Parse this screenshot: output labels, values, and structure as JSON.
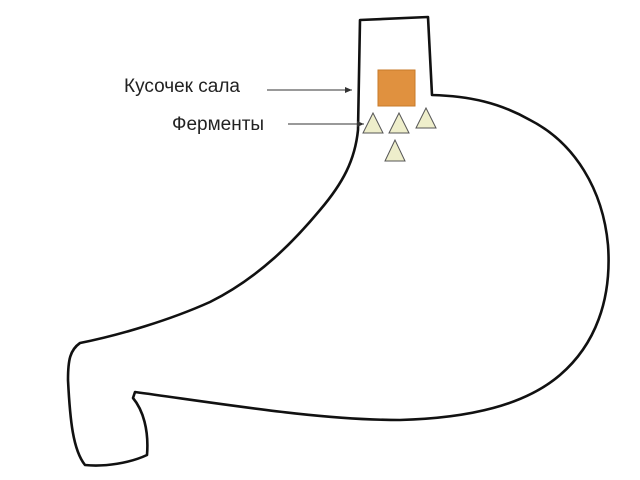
{
  "labels": {
    "fat_piece": "Кусочек сала",
    "enzymes": "Ферменты"
  },
  "colors": {
    "outline": "#111111",
    "fat": "#e0913f",
    "fat_border": "#c77a2a",
    "enzyme_fill": "#eeeecb",
    "enzyme_stroke": "#555555",
    "arrow": "#333333"
  },
  "counts": {
    "enzymes": 4
  }
}
